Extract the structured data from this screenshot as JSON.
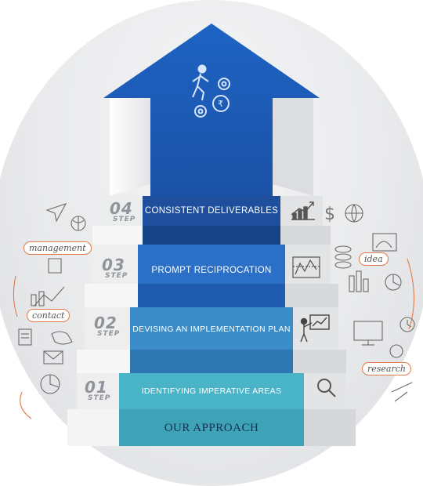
{
  "diagram": {
    "footer": "OUR APPROACH",
    "steps": [
      {
        "number": "04",
        "step_label": "STEP",
        "title": "CONSISTENT DELIVERABLES",
        "color": "#1f4f9c",
        "icon": "growth-chart-icon"
      },
      {
        "number": "03",
        "step_label": "STEP",
        "title": "PROMPT RECIPROCATION",
        "color": "#2b6fc7",
        "icon": "line-graph-icon"
      },
      {
        "number": "02",
        "step_label": "STEP",
        "title": "DEVISING AN IMPLEMENTATION PLAN",
        "color": "#3b8dc9",
        "icon": "presentation-icon"
      },
      {
        "number": "01",
        "step_label": "STEP",
        "title": "IDENTIFYING IMPERATIVE AREAS",
        "color": "#49b4c8",
        "icon": "magnifier-icon"
      }
    ],
    "arrow": {
      "color": "#2060b8",
      "icon": "runner-gears-icon"
    },
    "doodle_words": {
      "management": "management",
      "contact": "contact",
      "idea": "idea",
      "research": "research"
    }
  }
}
